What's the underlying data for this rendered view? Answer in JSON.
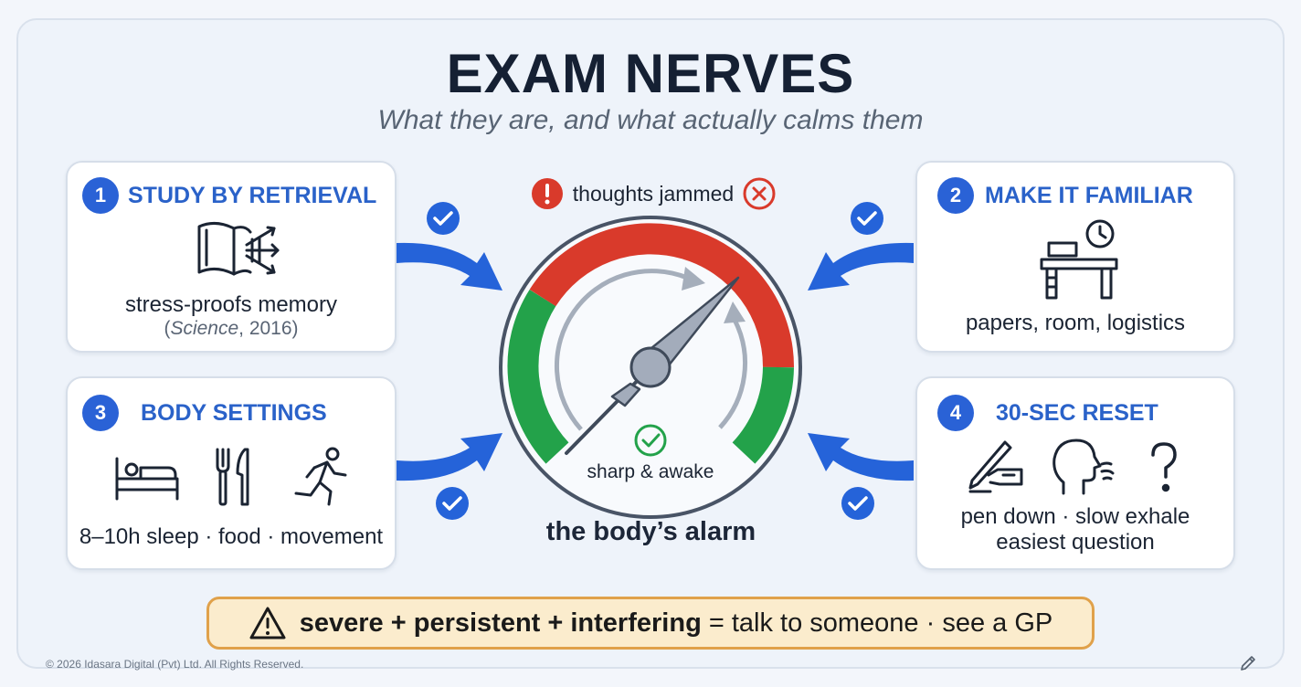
{
  "header": {
    "title": "EXAM NERVES",
    "subtitle": "What they are, and what actually calms them"
  },
  "cards": [
    {
      "number": "1",
      "title": "STUDY BY RETRIEVAL",
      "icon": "book-retrieval-icon",
      "text": "stress-proofs memory",
      "citation_journal": "Science",
      "citation_year": ", 2016)",
      "citation_open": "("
    },
    {
      "number": "2",
      "title": "MAKE IT FAMILIAR",
      "icon": "desk-clock-icon",
      "text": "papers, room, logistics"
    },
    {
      "number": "3",
      "title": "BODY SETTINGS",
      "icons": [
        "bed-icon",
        "fork-knife-icon",
        "running-person-icon"
      ],
      "text": "8–10h sleep · food · movement"
    },
    {
      "number": "4",
      "title": "30-SEC RESET",
      "icons": [
        "pen-hand-icon",
        "exhale-head-icon",
        "question-mark-icon"
      ],
      "text_line1": "pen down · slow exhale",
      "text_line2": "easiest question"
    }
  ],
  "gauge": {
    "top_label": "thoughts jammed",
    "center_label": "sharp & awake",
    "caption": "the body’s alarm",
    "colors": {
      "red": "#d93a2b",
      "green": "#23a24a",
      "blue": "#2563d9"
    }
  },
  "warning": {
    "bold": "severe + persistent + interfering",
    "rest": "= talk to someone · see a GP",
    "icon": "warning-triangle-icon"
  },
  "footer": {
    "copyright": "© 2026 Idasara Digital (Pvt) Ltd. All Rights Reserved."
  }
}
